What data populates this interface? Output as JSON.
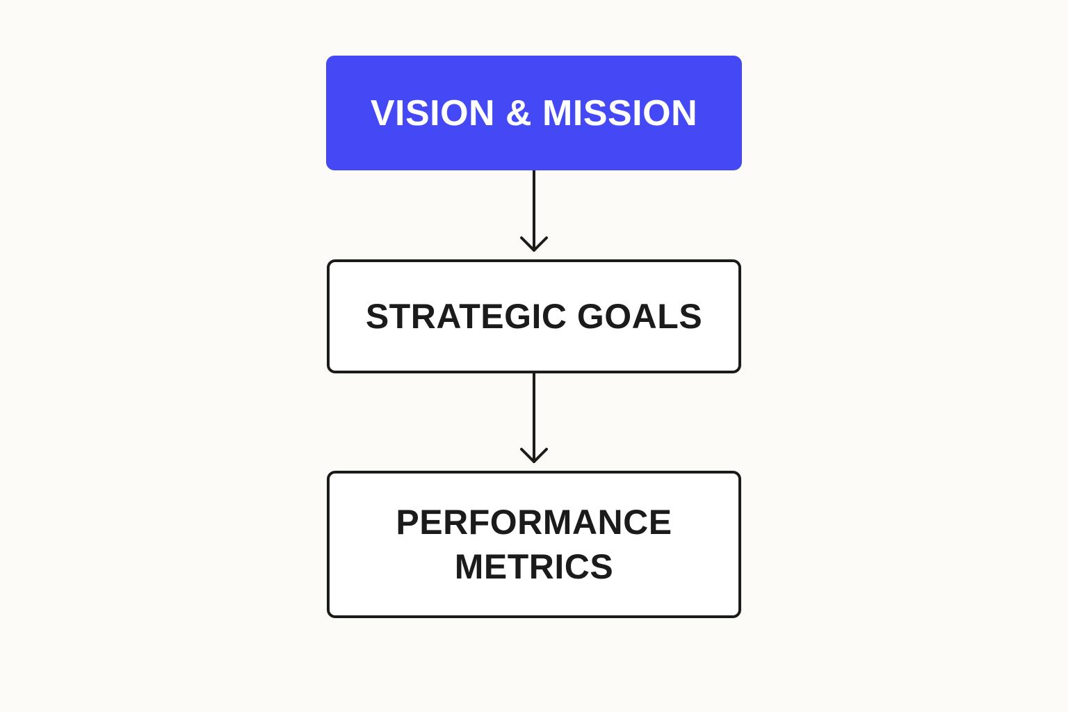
{
  "colors": {
    "background": "#fcfbf7",
    "primary": "#4449f5",
    "outline": "#1b1b1b"
  },
  "nodes": [
    {
      "id": "vision",
      "label": "VISION & MISSION"
    },
    {
      "id": "goals",
      "label": "STRATEGIC GOALS"
    },
    {
      "id": "metrics",
      "label": "PERFORMANCE METRICS"
    }
  ],
  "edges": [
    {
      "from": "vision",
      "to": "goals"
    },
    {
      "from": "goals",
      "to": "metrics"
    }
  ]
}
